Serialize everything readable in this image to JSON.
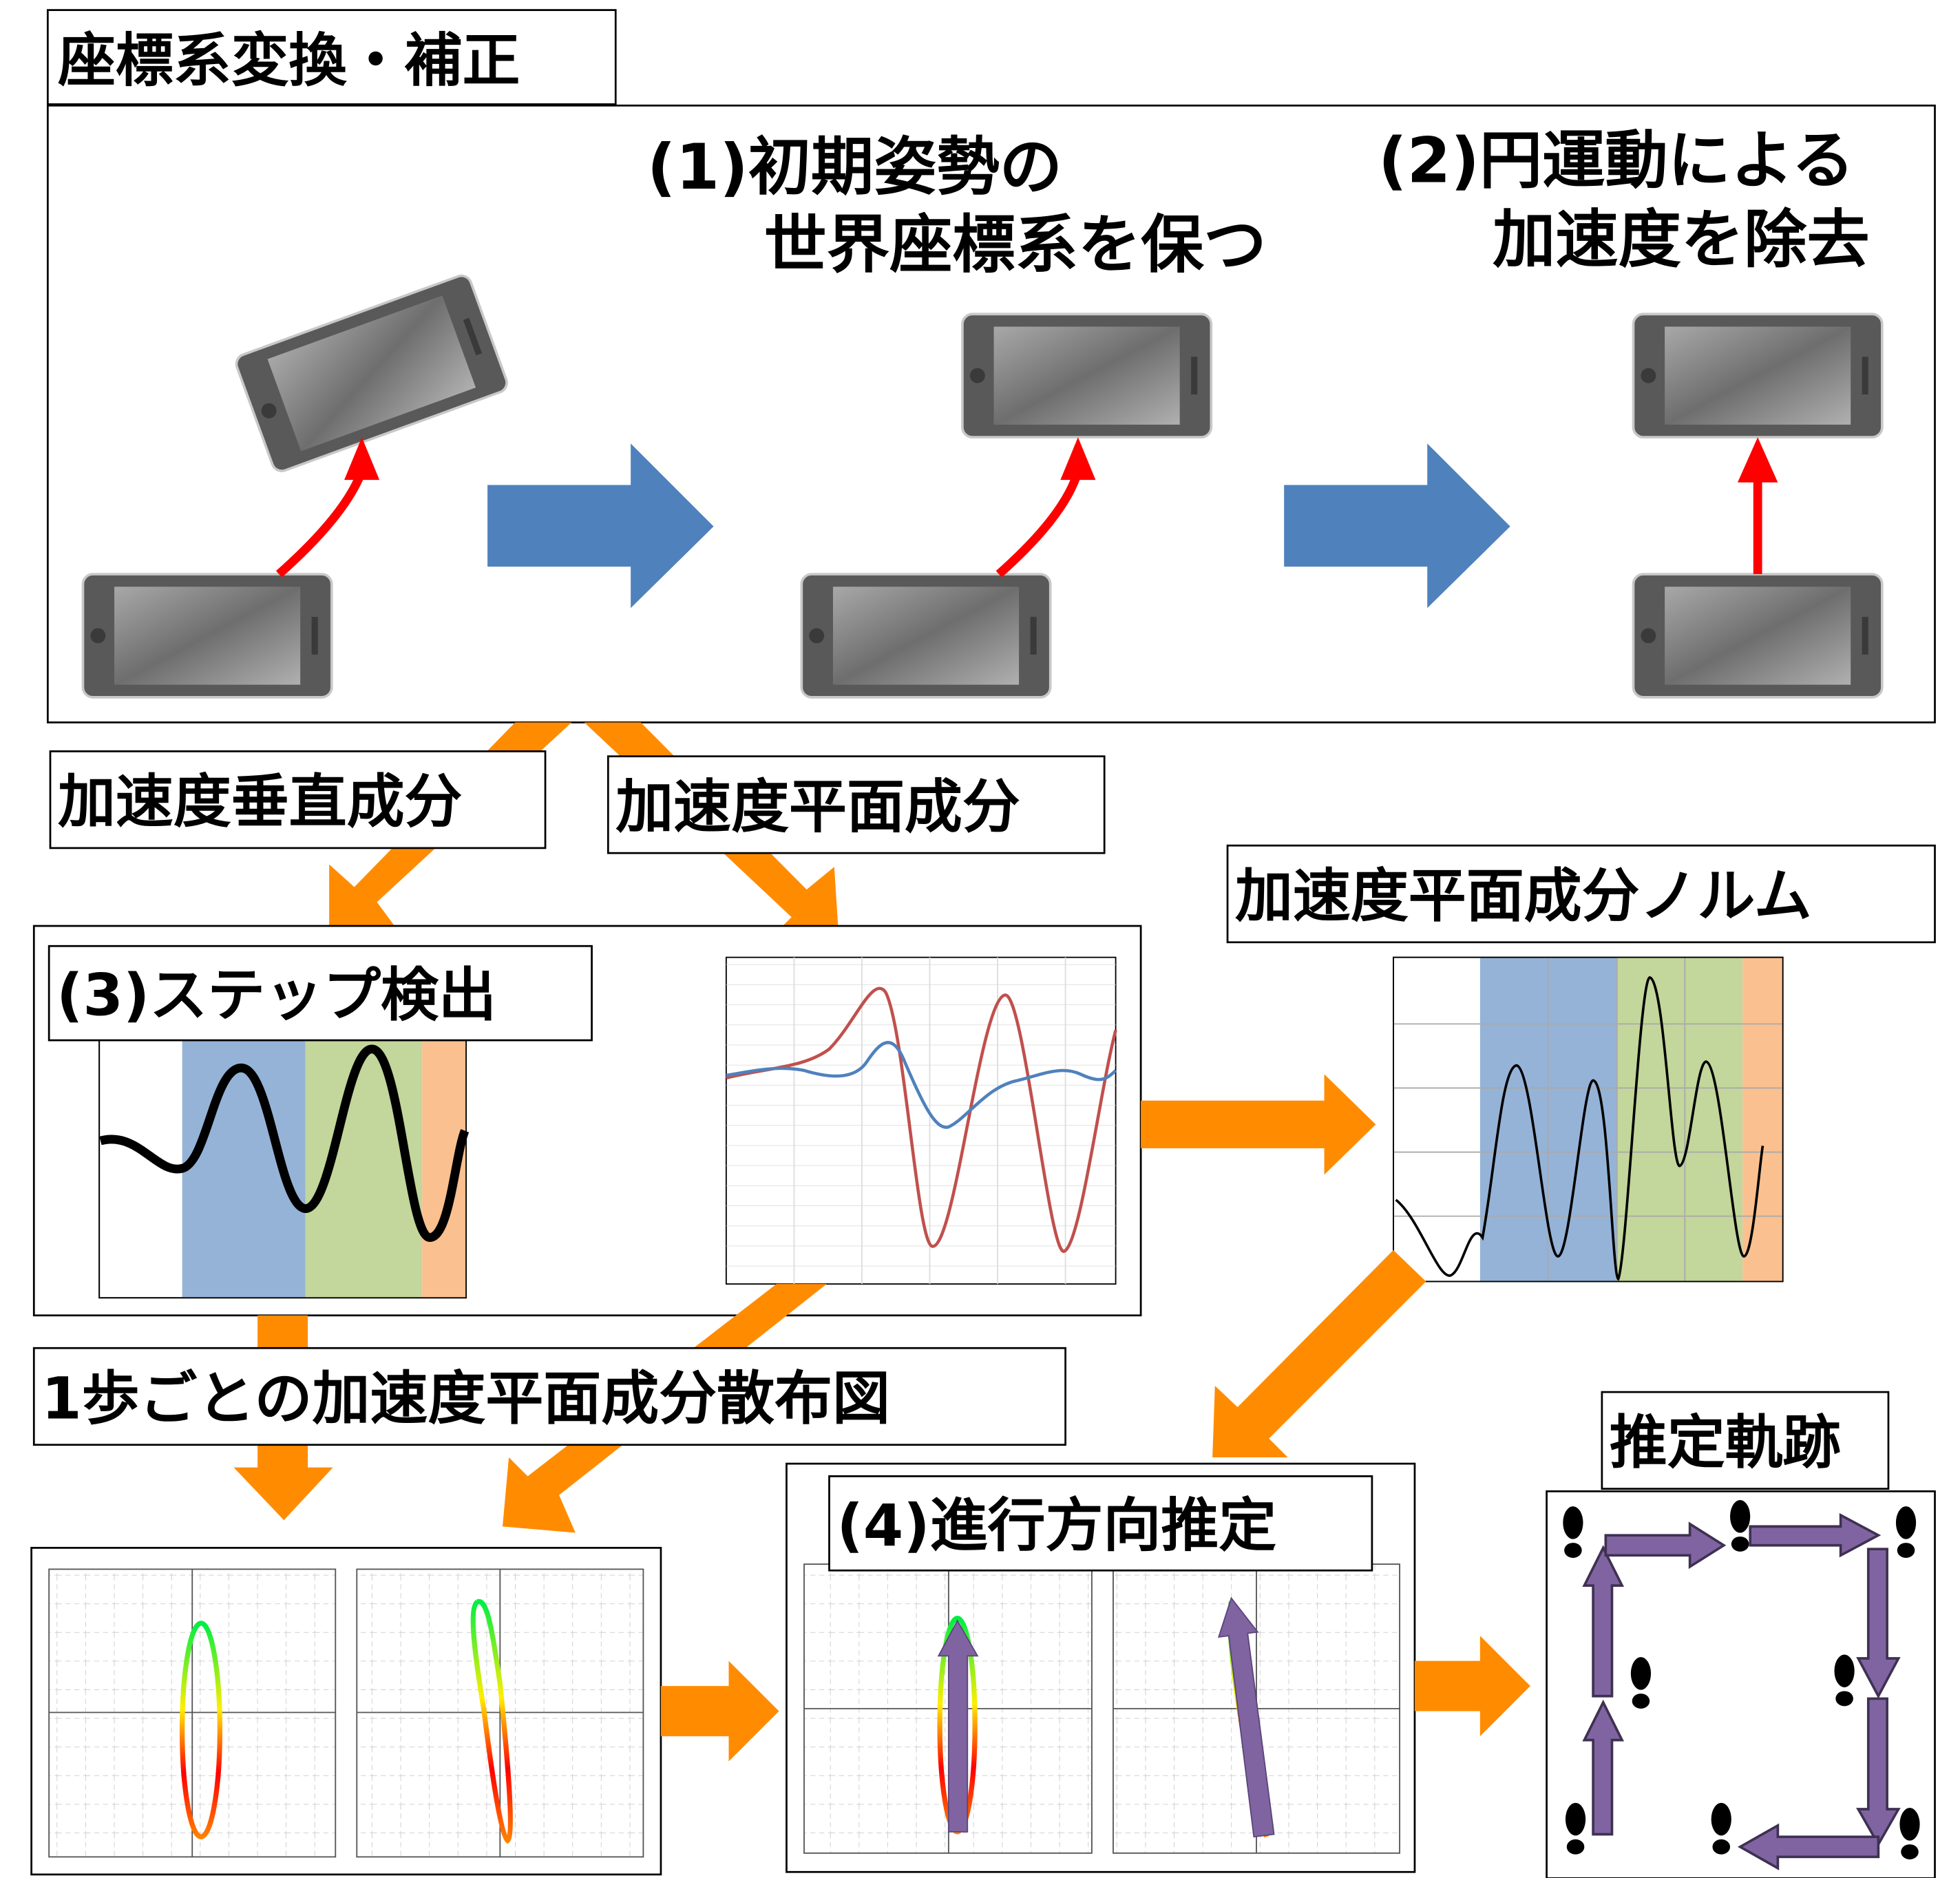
{
  "title": "座標系変換・補正",
  "step1": {
    "line1": "(1)初期姿勢の",
    "line2": "世界座標系を保つ"
  },
  "step2": {
    "line1": "(2)円運動による",
    "line2": "加速度を除去"
  },
  "labels": {
    "vertical": "加速度垂直成分",
    "horizontal": "加速度平面成分",
    "norm": "加速度平面成分ノルム",
    "step_detect": "(3)ステップ検出",
    "scatter": "1歩ごとの加速度平面成分散布図",
    "direction": "(4)進行方向推定",
    "trajectory": "推定軌跡"
  },
  "colors": {
    "blue_arrow": "#4f81bd",
    "orange_arrow": "#ff8c00",
    "red": "#ff0000",
    "purple": "#8064a2",
    "band_blue": "#95b3d7",
    "band_green": "#c3d69b",
    "band_orange": "#fac090"
  }
}
